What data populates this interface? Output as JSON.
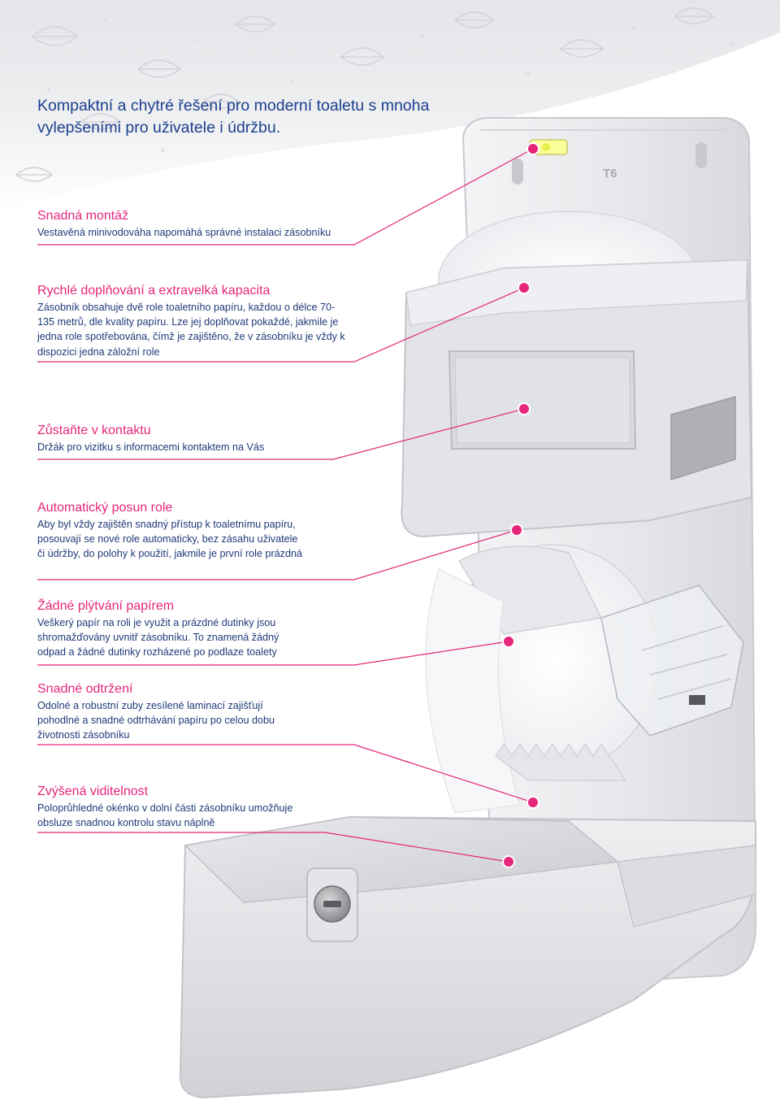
{
  "headline": "Kompaktní a chytré řešení pro moderní toaletu s mnoha vylepšeními pro uživatele i údržbu.",
  "accent_color": "#e5267a",
  "text_color": "#1f3a78",
  "product_label": "T6",
  "features": [
    {
      "title": "Snadná montáž",
      "text": "Vestavěná minivodováha napomáhá správné instalaci zásobníku"
    },
    {
      "title": "Rychlé doplňování a extravelká kapacita",
      "text": "Zásobník obsahuje dvě role toaletního papíru, každou o délce 70-135 metrů, dle kvality papíru. Lze jej doplňovat pokaždé, jakmile je jedna role spotřebována, čímž je zajištěno, že v zásobníku je vždy k dispozici jedna záložní role"
    },
    {
      "title": "Zůstaňte v kontaktu",
      "text": "Držák pro vizitku s informacemi kontaktem na Vás"
    },
    {
      "title": "Automatický posun role",
      "text": "Aby byl vždy zajištěn snadný přístup k toaletnímu papíru, posouvají se nové role automaticky, bez zásahu uživatele či údržby, do polohy k použití, jakmile je první role prázdná"
    },
    {
      "title": "Žádné plýtvání papírem",
      "text": "Veškerý papír na roli je využit a prázdné dutinky jsou shromažďovány uvnitř zásobníku. To znamená žádný odpad a žádné dutinky rozházené po podlaze toalety"
    },
    {
      "title": "Snadné odtržení",
      "text": "Odolné a robustní zuby zesílené laminací zajišťují pohodlné a snadné odtrhávání papíru po celou dobu životnosti zásobníku"
    },
    {
      "title": "Zvýšená viditelnost",
      "text": "Poloprůhledné okénko v dolní části zásobníku umožňuje obsluze snadnou kontrolu stavu náplně"
    }
  ]
}
